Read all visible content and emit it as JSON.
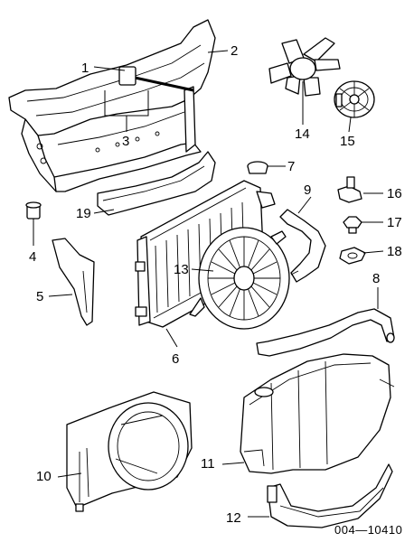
{
  "diagram_id": "004—10410",
  "callouts": [
    "1",
    "2",
    "3",
    "4",
    "5",
    "6",
    "7",
    "8",
    "9",
    "10",
    "11",
    "12",
    "13",
    "14",
    "15",
    "16",
    "17",
    "18",
    "19"
  ]
}
